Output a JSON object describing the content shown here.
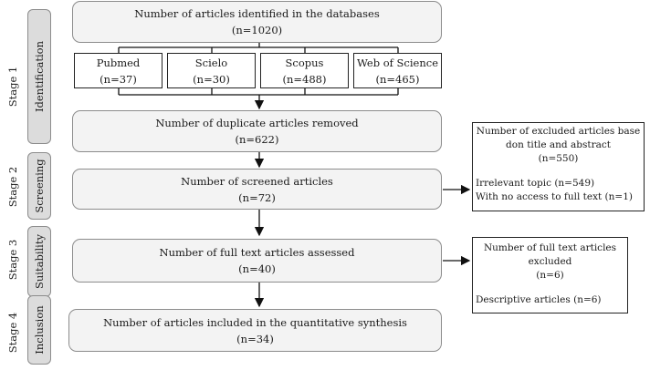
{
  "stages": [
    {
      "stage": "Stage 1",
      "phase": "Identification"
    },
    {
      "stage": "Stage 2",
      "phase": "Screening"
    },
    {
      "stage": "Stage 3",
      "phase": "Suitability"
    },
    {
      "stage": "Stage 4",
      "phase": "Inclusion"
    }
  ],
  "identified": {
    "label": "Number of articles identified in the databases",
    "n": "(n=1020)"
  },
  "databases": [
    {
      "name": "Pubmed",
      "n": "(n=37)"
    },
    {
      "name": "Scielo",
      "n": "(n=30)"
    },
    {
      "name": "Scopus",
      "n": "(n=488)"
    },
    {
      "name": "Web of Science",
      "n": "(n=465)"
    }
  ],
  "duplicates": {
    "label": "Number of duplicate articles removed",
    "n": "(n=622)"
  },
  "screened": {
    "label": "Number of screened articles",
    "n": "(n=72)"
  },
  "assessed": {
    "label": "Number of full text articles assessed",
    "n": "(n=40)"
  },
  "included": {
    "label": "Number of articles included in the quantitative synthesis",
    "n": "(n=34)"
  },
  "excluded_title": {
    "line1": "Number of excluded articles base",
    "line2": "don title and abstract",
    "n": "(n=550)",
    "reason1": "Irrelevant topic (n=549)",
    "reason2": "With no access to full text (n=1)"
  },
  "excluded_full": {
    "line1": "Number of full text articles",
    "line2": "excluded",
    "n": "(n=6)",
    "reason1": "Descriptive articles (n=6)"
  }
}
